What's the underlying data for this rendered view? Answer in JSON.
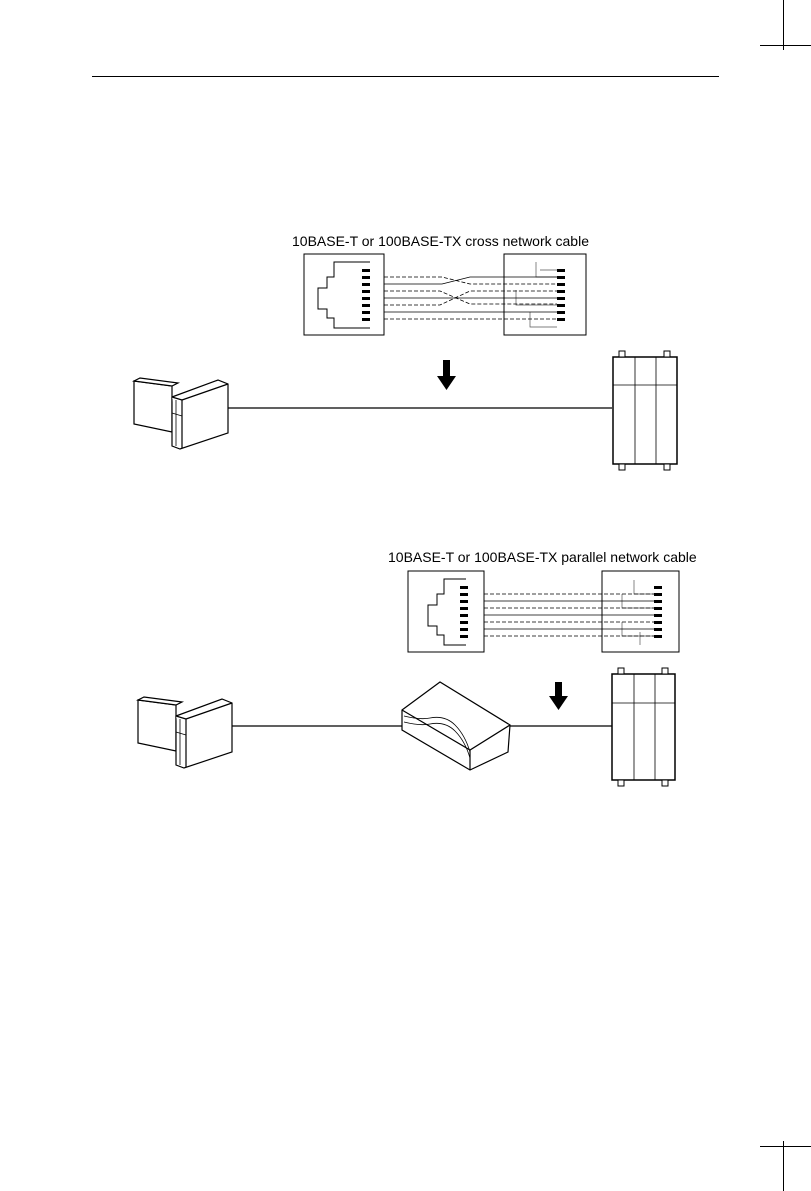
{
  "figure_top": {
    "caption": "10BASE-T or 100BASE-TX cross network cable",
    "cable_type": "cross"
  },
  "figure_bottom": {
    "caption": "10BASE-T or 100BASE-TX parallel network cable",
    "cable_type": "parallel"
  },
  "colors": {
    "ink": "#000000",
    "paper": "#ffffff",
    "wire_gray": "#555555"
  }
}
